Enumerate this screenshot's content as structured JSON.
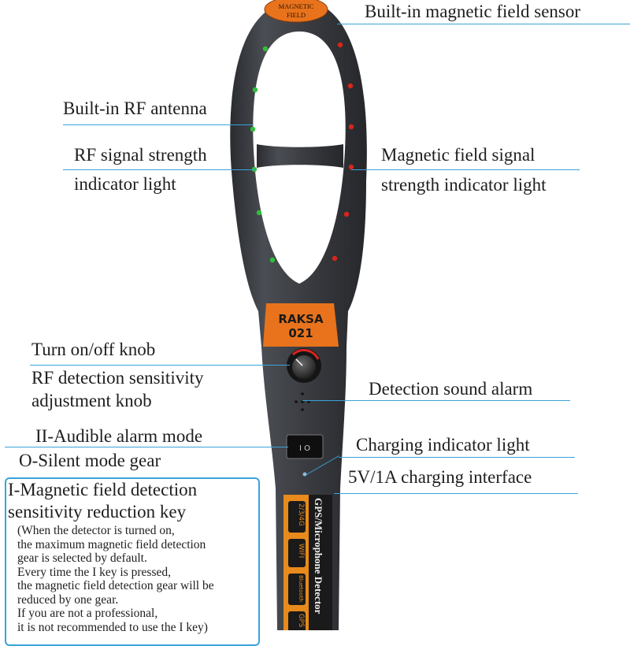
{
  "labels": {
    "magnetic_sensor": "Built-in magnetic field sensor",
    "rf_antenna": "Built-in RF antenna",
    "rf_signal_1": "RF signal strength",
    "rf_signal_2": "indicator light",
    "mag_signal_1": "Magnetic field signal",
    "mag_signal_2": "strength indicator light",
    "onoff_knob": "Turn on/off knob",
    "rf_sensitivity_1": "RF detection sensitivity",
    "rf_sensitivity_2": "adjustment knob",
    "sound_alarm": "Detection sound alarm",
    "audible_mode": "II-Audible alarm mode",
    "silent_mode": "O-Silent mode gear",
    "charging_light": "Charging indicator light",
    "charging_port": "5V/1A charging interface"
  },
  "note": {
    "title_1": "I-Magnetic field detection",
    "title_2": "sensitivity reduction key",
    "lines": [
      "(When the detector is turned on,",
      "the maximum magnetic field detection",
      "gear is selected by default.",
      "Every time the I key is pressed,",
      "the magnetic field detection gear will be",
      "reduced by one gear.",
      "If you are not a professional,",
      "it is not recommended to use the I key)"
    ]
  },
  "device": {
    "top_badge_1": "MAGNETIC",
    "top_badge_2": "FIELD",
    "brand": "RAKSA",
    "model": "021",
    "side_text": "GPS/Microphone Detector",
    "feature_tags": [
      "2/3/4G",
      "WIFI",
      "Bluetooth",
      "GPS"
    ],
    "switch_text": "I  O",
    "colors": {
      "body": "#3b3d42",
      "orange": "#e8731c",
      "rf_led": "#2fbf3a",
      "mag_led": "#d8261c",
      "line": "#3aa3d8"
    }
  }
}
